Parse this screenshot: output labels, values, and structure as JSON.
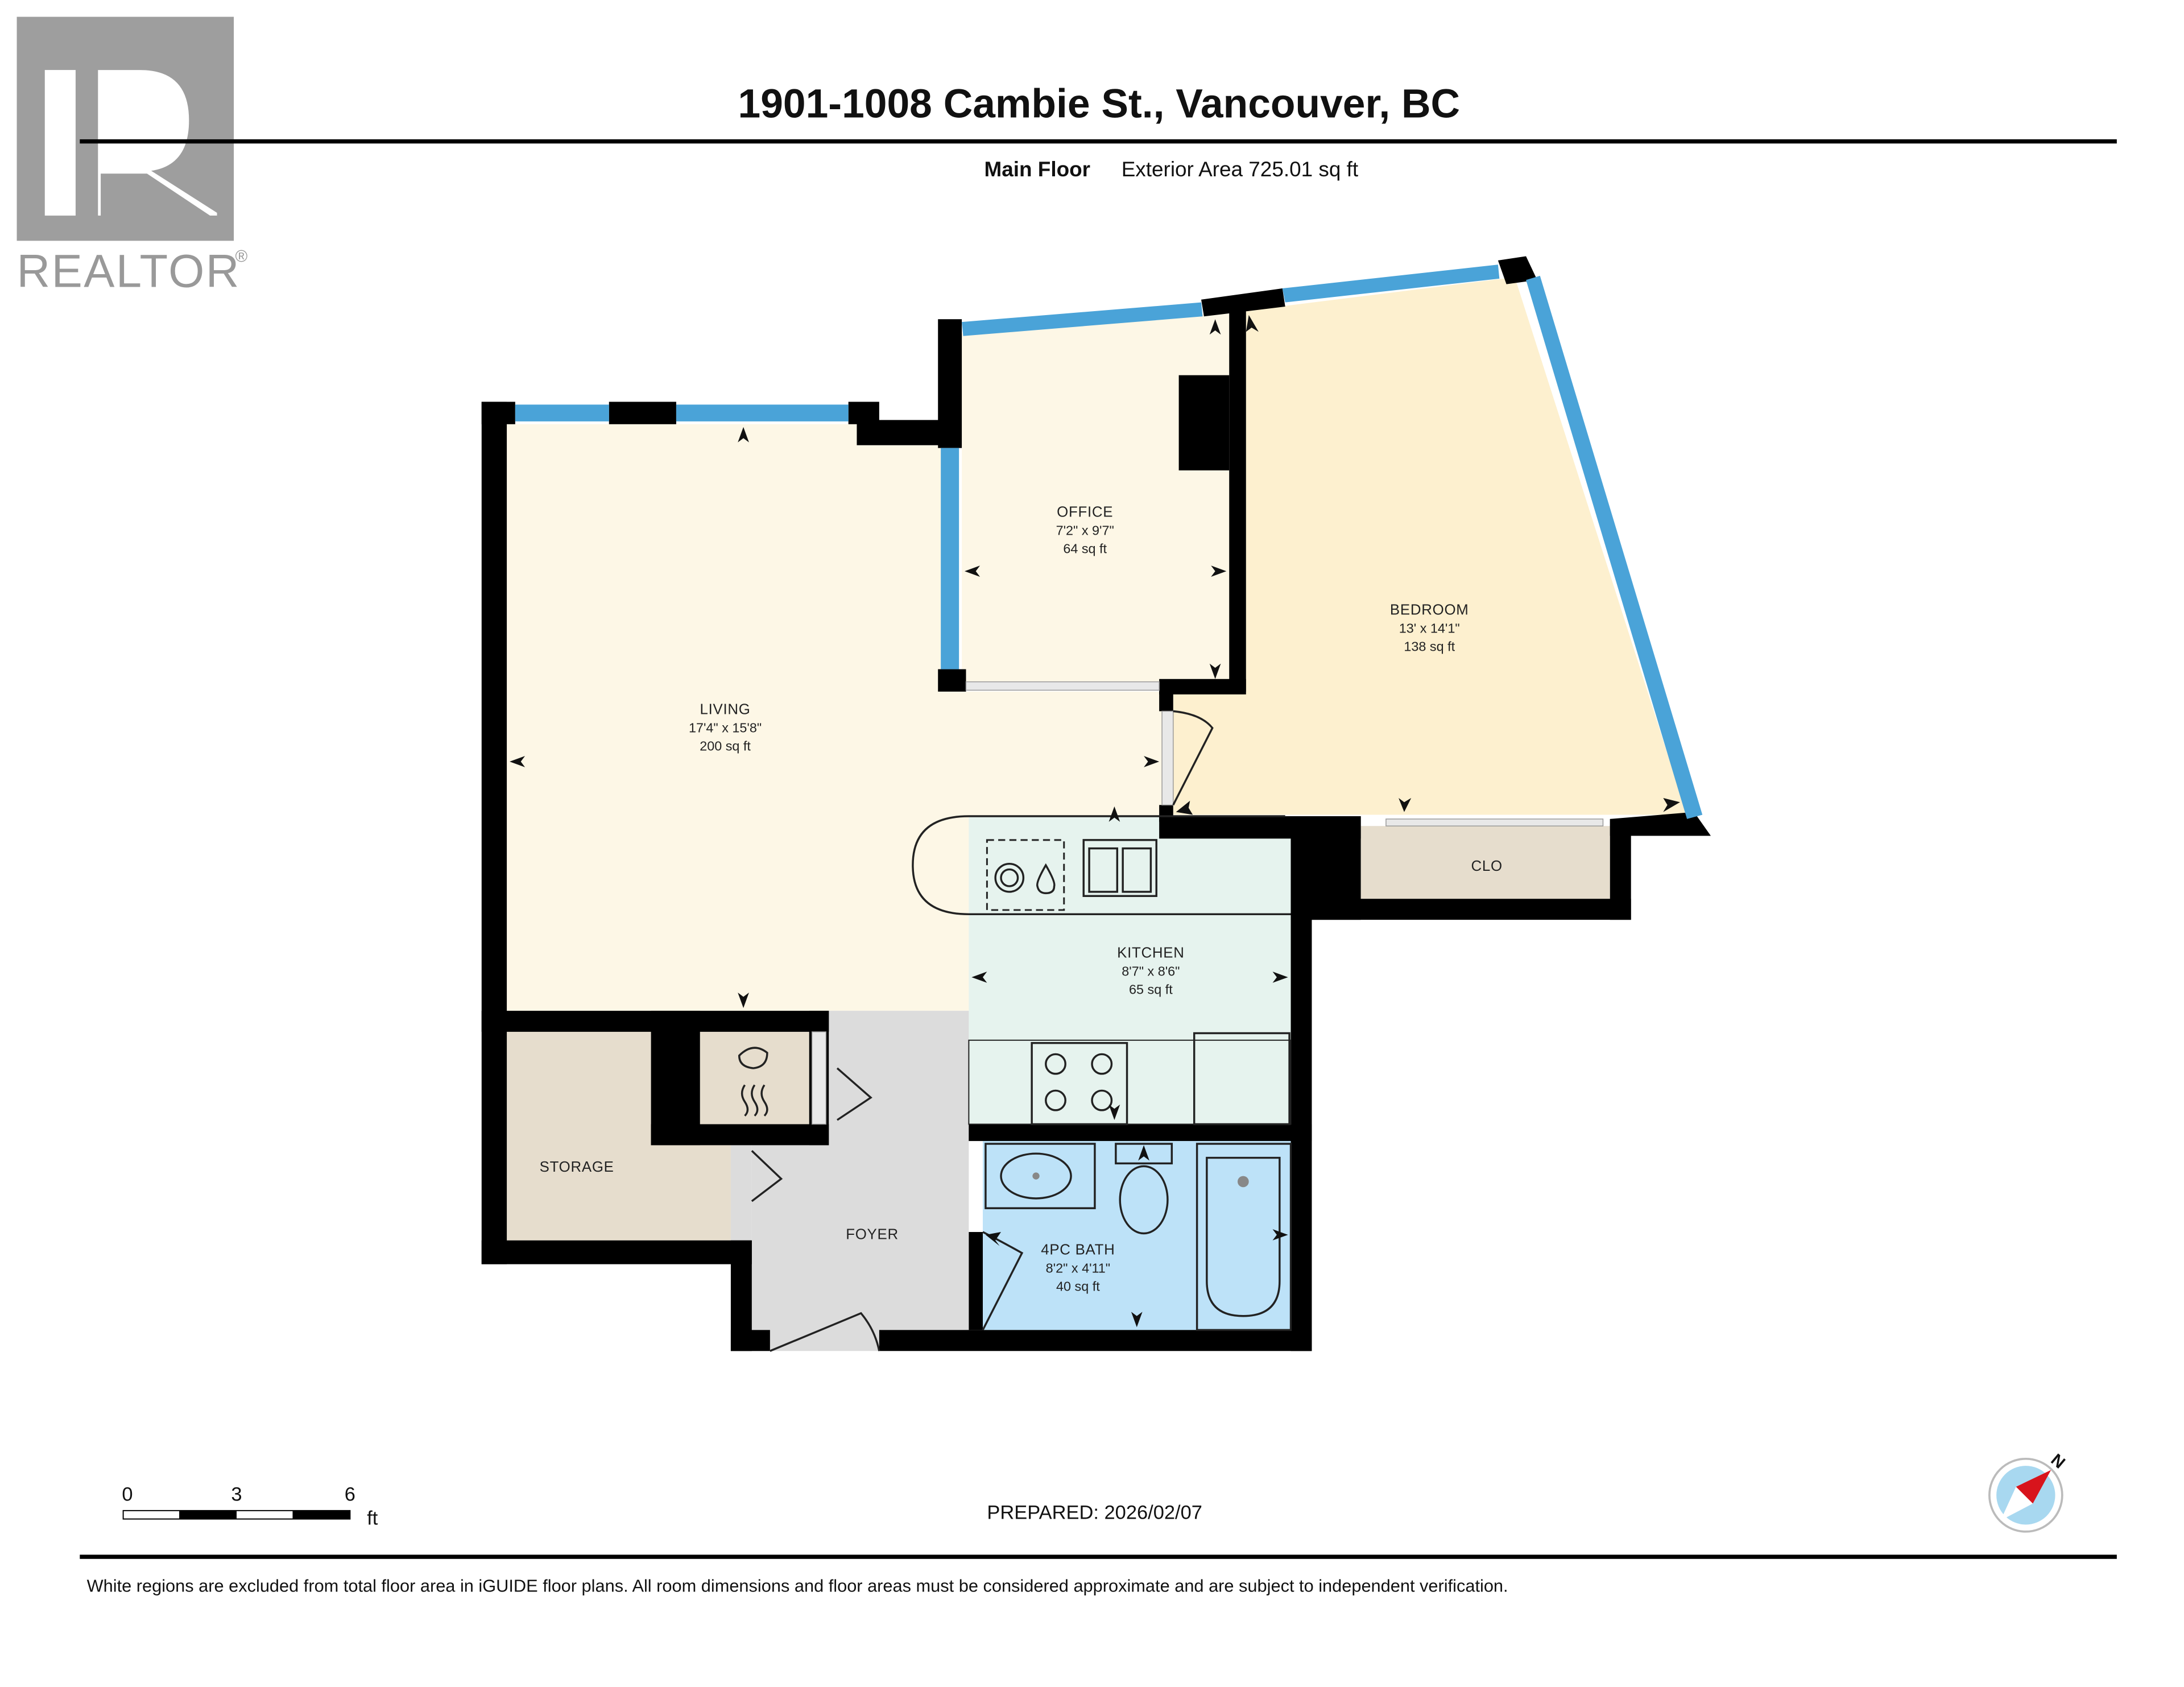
{
  "header": {
    "address": "1901-1008 Cambie St., Vancouver, BC",
    "floor_label": "Main Floor",
    "area_label": "Exterior Area 725.01 sq ft"
  },
  "logo": {
    "brand": "REALTOR",
    "registered_mark": "®",
    "color": "#9e9e9e"
  },
  "rooms": {
    "living": {
      "name": "LIVING",
      "dims": "17'4\" x 15'8\"",
      "area": "200 sq ft",
      "color": "#fdf7e6"
    },
    "office": {
      "name": "OFFICE",
      "dims": "7'2\" x 9'7\"",
      "area": "64 sq ft",
      "color": "#fdf7e6"
    },
    "bedroom": {
      "name": "BEDROOM",
      "dims": "13' x 14'1\"",
      "area": "138 sq ft",
      "color": "#fdf0cf"
    },
    "kitchen": {
      "name": "KITCHEN",
      "dims": "8'7\" x 8'6\"",
      "area": "65 sq ft",
      "color": "#e6f3ee"
    },
    "bath": {
      "name": "4PC BATH",
      "dims": "8'2\" x 4'11\"",
      "area": "40 sq ft",
      "color": "#bde2f8"
    },
    "storage": {
      "name": "STORAGE",
      "color": "#e6ddcd"
    },
    "foyer": {
      "name": "FOYER",
      "color": "#dcdcdc"
    },
    "closet": {
      "name": "CLO",
      "color": "#e6ddcd"
    }
  },
  "colors": {
    "wall": "#000000",
    "window": "#4aa3d8"
  },
  "scale_bar": {
    "ticks": [
      "0",
      "3",
      "6"
    ],
    "unit": "ft"
  },
  "prepared": "PREPARED: 2026/02/07",
  "compass": {
    "label": "N"
  },
  "footer": {
    "disclaimer": "White regions are excluded from total floor area in iGUIDE floor plans. All room dimensions and floor areas must be considered approximate and are subject to independent verification."
  }
}
